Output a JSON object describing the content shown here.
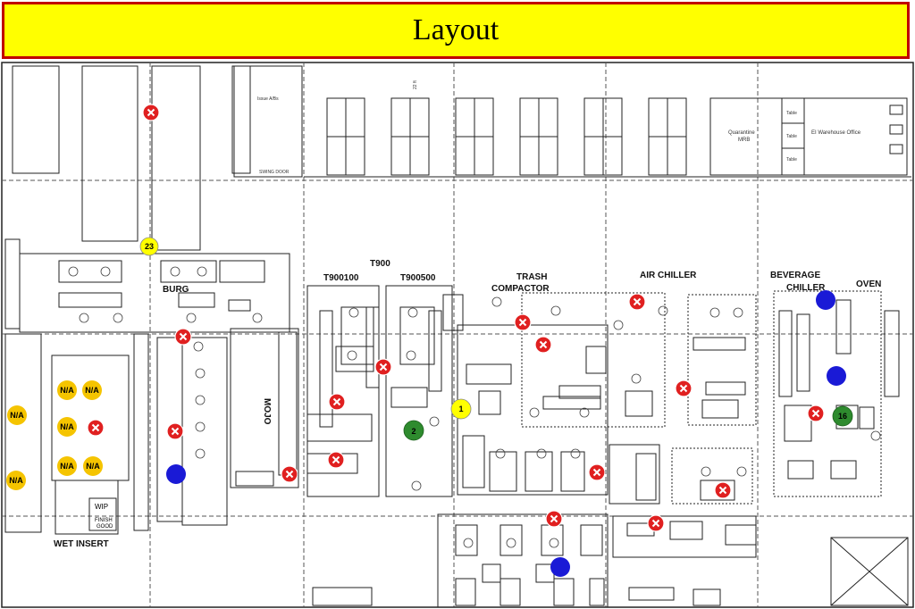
{
  "header": {
    "title": "Layout"
  },
  "areas": {
    "t900": "T900",
    "t900100": "T900100",
    "t900500": "T900500",
    "trash_compactor_1": "TRASH",
    "trash_compactor_2": "COMPACTOR",
    "air_chiller": "AIR CHILLER",
    "beverage_chiller_1": "BEVERAGE",
    "beverage_chiller_2": "CHILLER",
    "oven": "OVEN",
    "burg": "BURG",
    "mojo": "MOJO",
    "wet_insert": "WET INSERT",
    "wip": "WIP",
    "finish_1": "FINISH",
    "finish_2": "GOOD",
    "quarantine_1": "Quarantine",
    "quarantine_2": "MRB",
    "ei_warehouse": "EI Warehouse Office",
    "table": "Table",
    "issue_area": "Issue A/Bs",
    "swing_door": "SWING DOOR",
    "clearance": "22 ft"
  },
  "markers": {
    "numbered": [
      {
        "id": "m23",
        "label": "23",
        "color": "#ffff00"
      },
      {
        "id": "m1",
        "label": "1",
        "color": "#ffff00"
      },
      {
        "id": "m2",
        "label": "2",
        "color": "#2e8b2e"
      },
      {
        "id": "m16",
        "label": "16",
        "color": "#2e8b2e"
      }
    ],
    "na_label": "N/A",
    "na_color": "#f5c400",
    "x_color": "#e02020",
    "blue_color": "#1a1ad6",
    "green_color": "#2e8b2e",
    "yellow_color": "#ffff00"
  }
}
